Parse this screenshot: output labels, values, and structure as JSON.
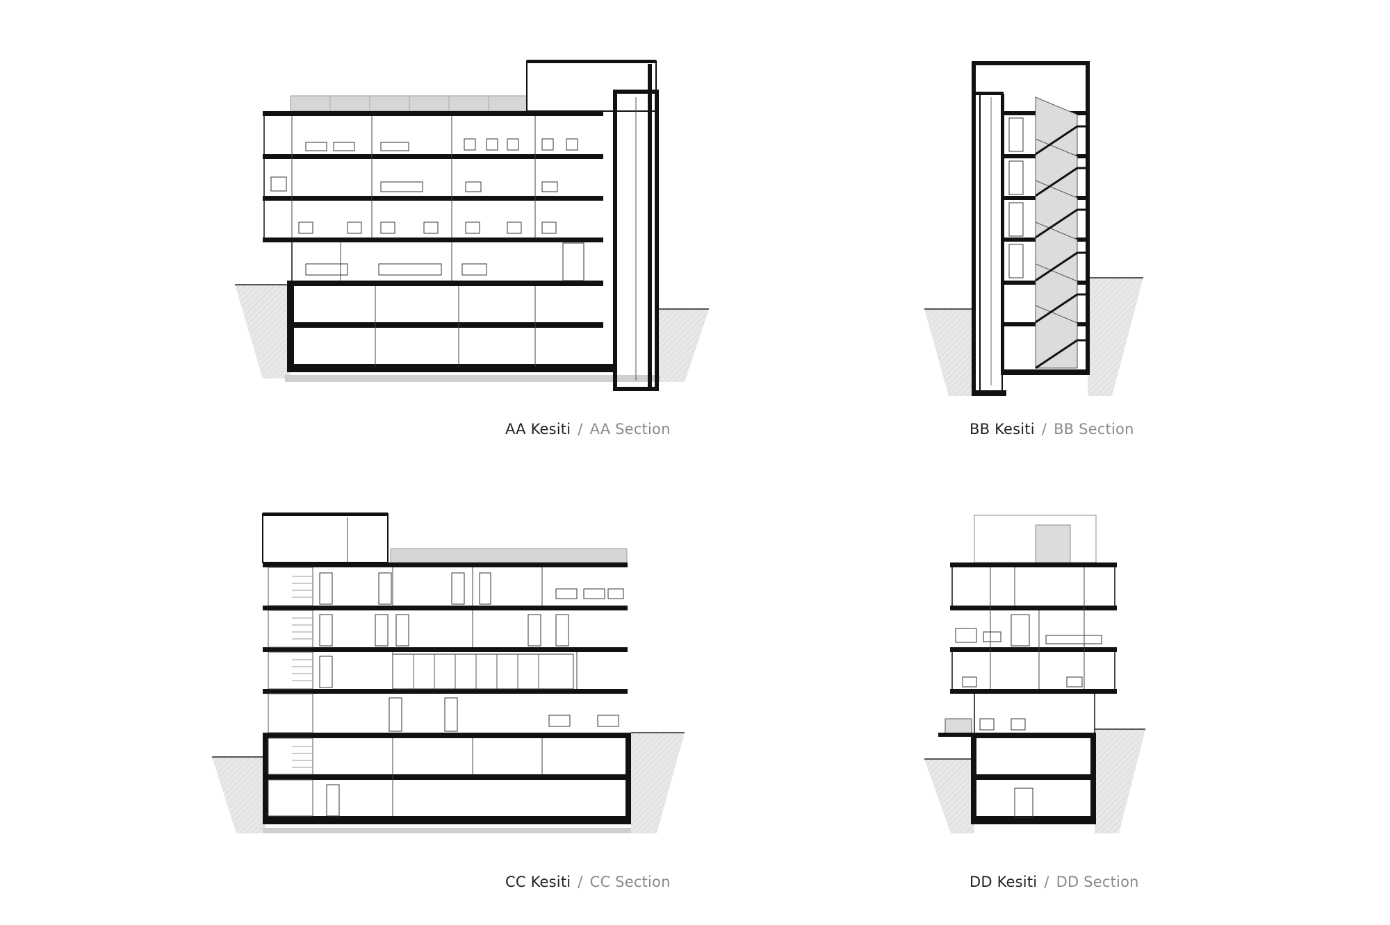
{
  "colors": {
    "line": "#111111",
    "ground": "#e6e6e6",
    "roof": "#d4d4d4",
    "text": "#222222",
    "muted": "#8a8a8a"
  },
  "sections": [
    {
      "id": "aa",
      "label_tr": "AA Kesiti",
      "label_en": "AA Section",
      "separator": "/"
    },
    {
      "id": "bb",
      "label_tr": "BB Kesiti",
      "label_en": "BB Section",
      "separator": "/"
    },
    {
      "id": "cc",
      "label_tr": "CC Kesiti",
      "label_en": "CC Section",
      "separator": "/"
    },
    {
      "id": "dd",
      "label_tr": "DD Kesiti",
      "label_en": "DD Section",
      "separator": "/"
    }
  ]
}
